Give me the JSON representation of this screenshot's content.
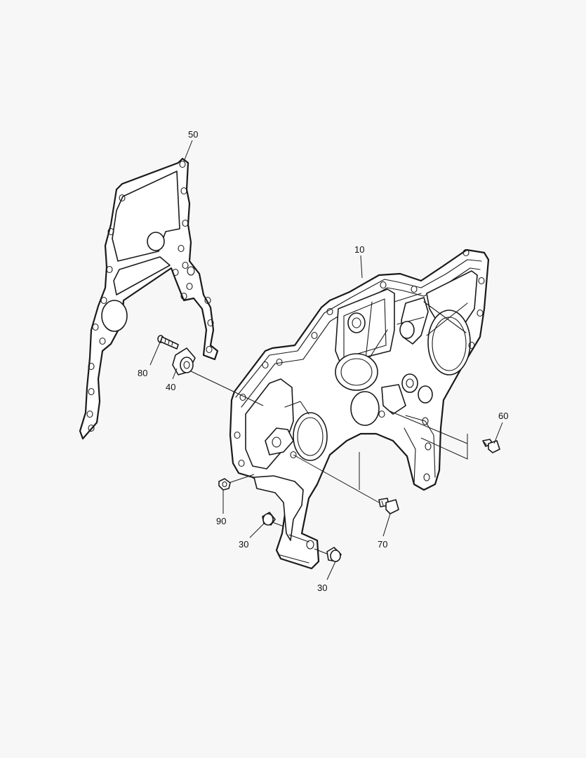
{
  "callouts": {
    "c10": "10",
    "c30a": "30",
    "c30b": "30",
    "c40": "40",
    "c50": "50",
    "c60": "60",
    "c70": "70",
    "c80": "80",
    "c90": "90"
  }
}
